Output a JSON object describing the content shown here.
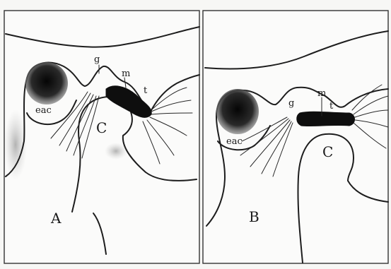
{
  "panels": [
    {
      "letter": "A",
      "labels": {
        "eac": "eac",
        "condyle": "C",
        "g": "g",
        "m": "m",
        "t": "t"
      }
    },
    {
      "letter": "B",
      "labels": {
        "eac": "eac",
        "condyle": "C",
        "g": "g",
        "m": "m",
        "t": "t"
      }
    }
  ]
}
